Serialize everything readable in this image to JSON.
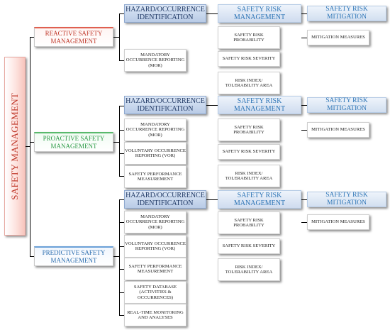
{
  "root": "SAFETY MANAGEMENT",
  "reactive": {
    "title": "REACTIVE SAFETY MANAGEMENT",
    "identification": "HAZARD/OCCURRENCE IDENTIFICATION",
    "id_items": [
      "MANDATORY OCCURRENCE REPORTING (MOR)"
    ],
    "risk_management": "SAFETY RISK MANAGEMENT",
    "risk_items": [
      "SAFETY RISK PROBABILITY",
      "SAFETY RISK SEVERITY",
      "RISK INDEX/ TOLERABILITY AREA"
    ],
    "mitigation": "SAFETY RISK MITIGATION",
    "mitigation_items": [
      "MITIGATION MEASURES"
    ]
  },
  "proactive": {
    "title": "PROACTIVE SAFETY MANAGEMENT",
    "identification": "HAZARD/OCCURRENCE IDENTIFICATION",
    "id_items": [
      "MANDATORY OCCURRENCE REPORTING (MOR)",
      "VOLUNTARY OCCURRENCE REPORTING (VOR)",
      "SAFETY PERFORMANCE MEASUREMENT"
    ],
    "risk_management": "SAFETY RISK MANAGEMENT",
    "risk_items": [
      "SAFETY RISK PROBABILITY",
      "SAFETY RISK SEVERITY",
      "RISK INDEX/ TOLERABILITY AREA"
    ],
    "mitigation": "SAFETY RISK MITIGATION",
    "mitigation_items": [
      "MITIGATION MEASURES"
    ]
  },
  "predictive": {
    "title": "PREDICTIVE SAFETY MANAGEMENT",
    "identification": "HAZARD/OCCURRENCE IDENTIFICATION",
    "id_items": [
      "MANDATORY OCCURRENCE REPORTING (MOR)",
      "VOLUNTARY OCCURRENCE REPORTING (VOR)",
      "SAFETY PERFORMANCE MEASUREMENT",
      "SAFETY DATABASE (ACTIVITIES & OCCURRENCES)",
      "REAL-TIME MONITORING AND ANALYSES"
    ],
    "risk_management": "SAFETY RISK MANAGEMENT",
    "risk_items": [
      "SAFETY RISK PROBABILITY",
      "SAFETY RISK SEVERITY",
      "RISK INDEX/ TOLERABILITY AREA"
    ],
    "mitigation": "SAFETY RISK MITIGATION",
    "mitigation_items": [
      "MITIGATION MEASURES"
    ]
  }
}
